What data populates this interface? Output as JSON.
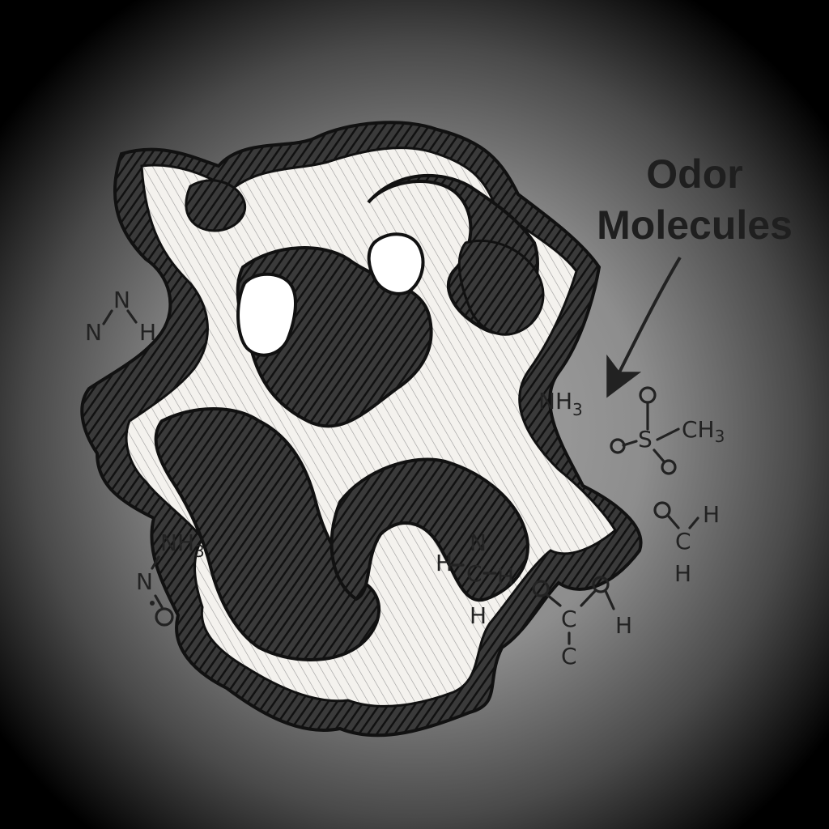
{
  "callout": {
    "line1": "Odor",
    "line2": "Molecules"
  },
  "molecules": {
    "n2h": {
      "n_top": "N",
      "n_left": "N",
      "h": "H"
    },
    "nh3_right": {
      "main": "NH",
      "sub": "3"
    },
    "sulfonyl": {
      "s": "S",
      "methyl": "CH",
      "methyl_sub": "3"
    },
    "formaldehyde": {
      "h_top": "H",
      "c": "C",
      "h_bottom": "H"
    },
    "nh3_left": {
      "main": "NH",
      "sub": "3",
      "n": "N"
    },
    "methylamine": {
      "n": "N",
      "h_left": "H",
      "c": "C",
      "h_right": "H",
      "h_bottom": "H"
    },
    "acid": {
      "c1": "C",
      "h": "H",
      "c2": "C"
    }
  },
  "colors": {
    "background": "#000000",
    "glow": "#8a8a8a",
    "structure_fill": "#f4f2ee",
    "pore_shade": "#2a2a2a",
    "ink": "#1e1e1e"
  },
  "icons": {
    "arrow": "arrow-down-left-icon",
    "sponge": "porous-structure-icon"
  }
}
